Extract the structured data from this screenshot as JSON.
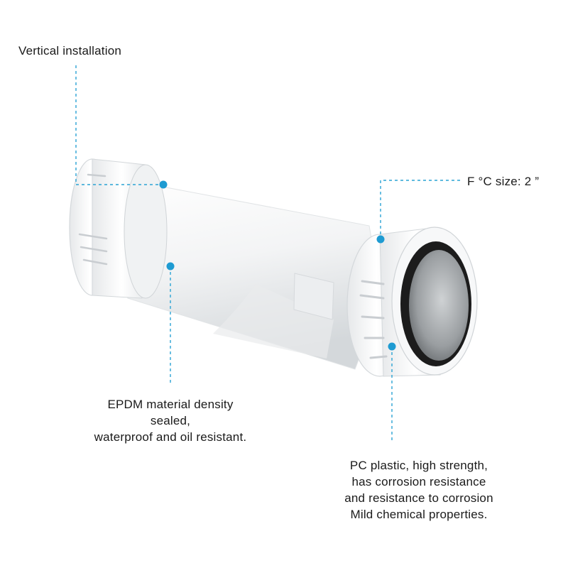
{
  "callouts": {
    "vertical_installation": "Vertical installation",
    "size": "F °C size: 2 ”",
    "epdm": [
      "EPDM material density",
      "sealed,",
      "waterproof and oil resistant."
    ],
    "pc_plastic": [
      "PC plastic, high strength,",
      "has corrosion resistance",
      "and resistance to corrosion",
      "Mild chemical properties."
    ]
  },
  "colors": {
    "leader_line": "#2aa3d4",
    "dot": "#1e9bd2",
    "pipe_body": "#f4f5f6",
    "pipe_shadow": "#c9cdd1",
    "seal_ring": "#1c1c1c"
  }
}
